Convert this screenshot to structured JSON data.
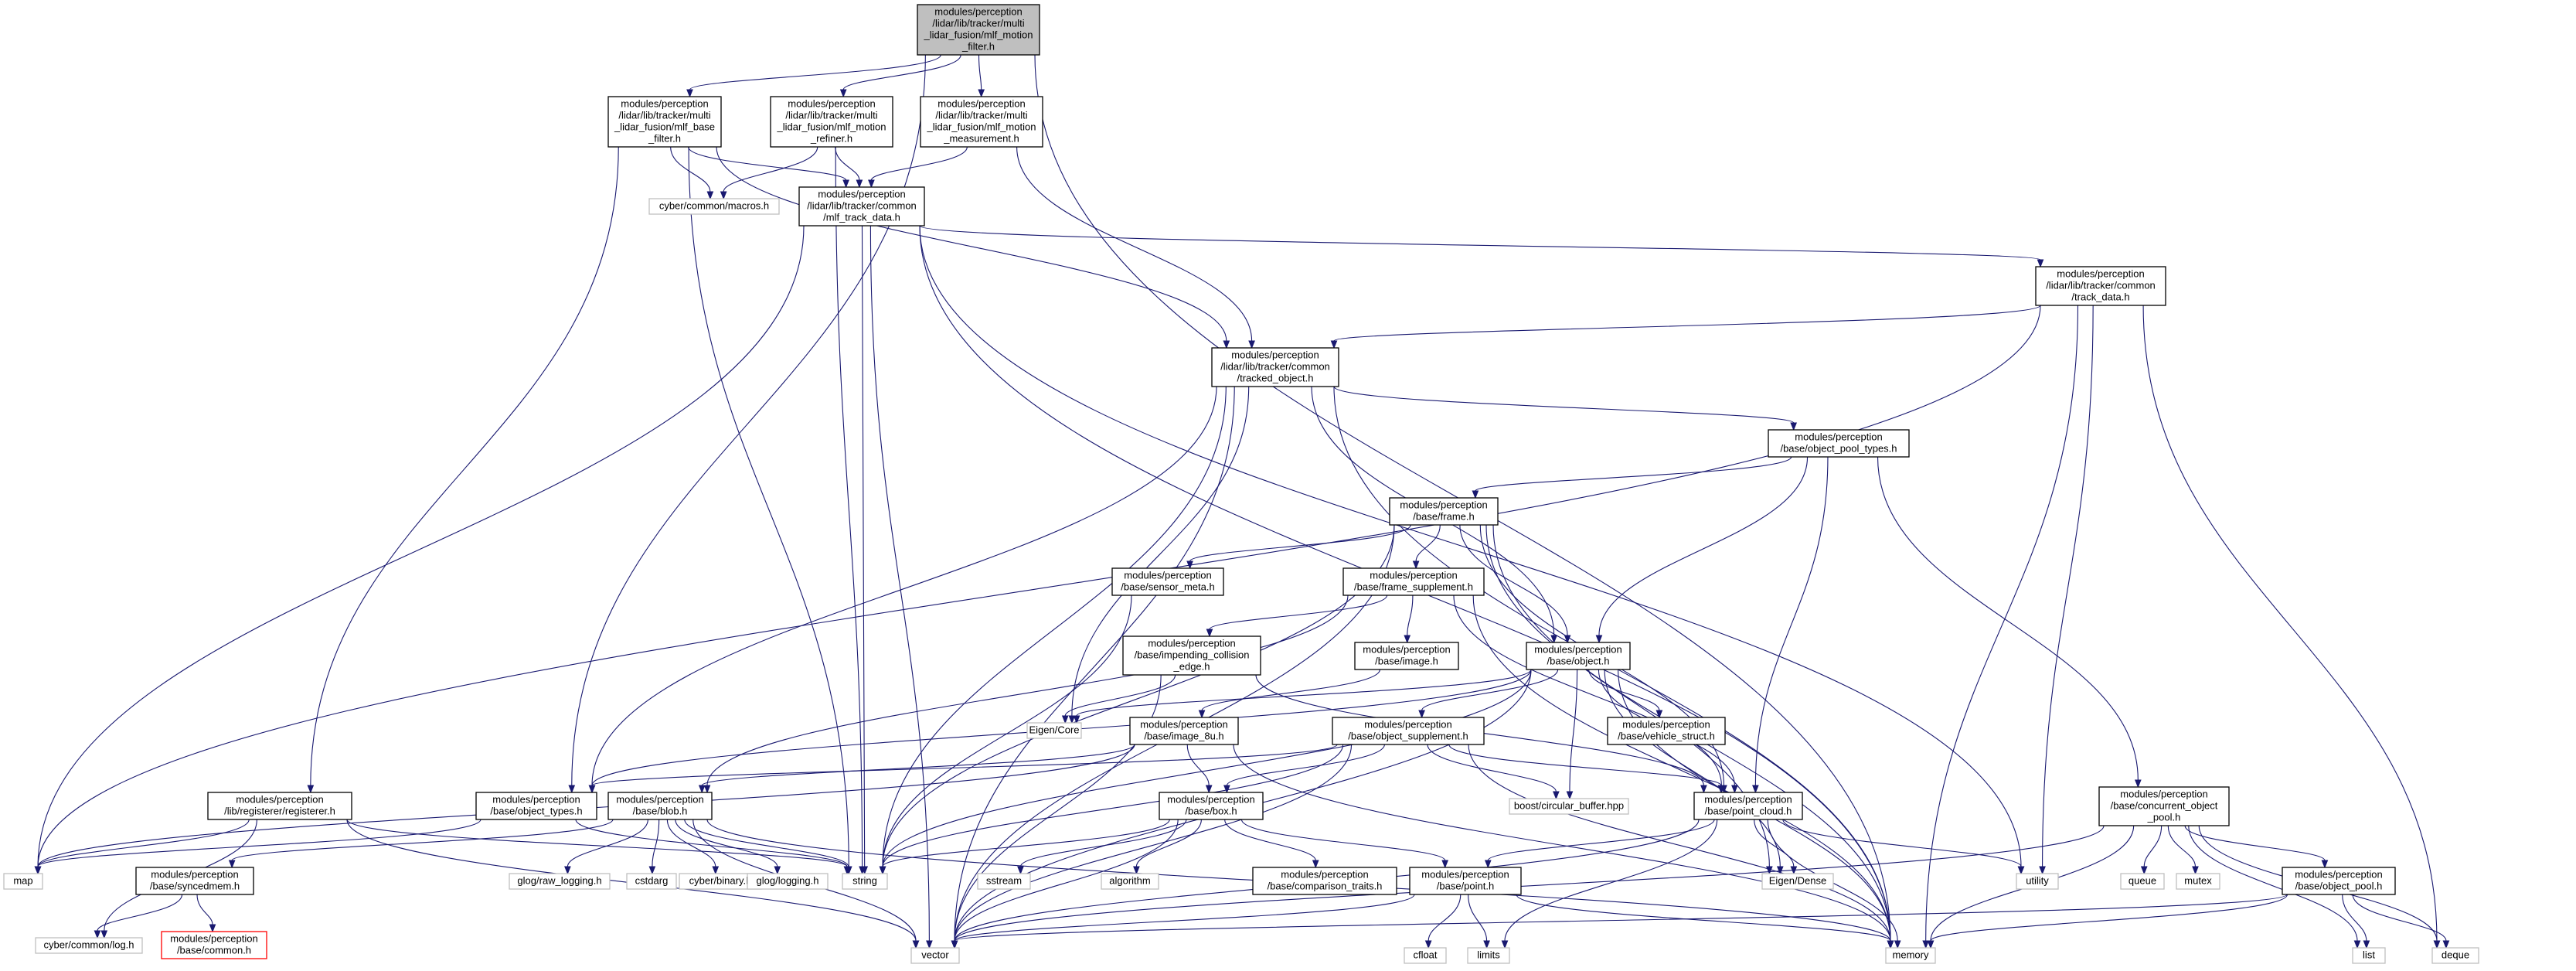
{
  "colors": {
    "edge": "#191970",
    "root_fill": "#bfbfbf",
    "node_border": "#000000",
    "system_border": "#bfbfbf",
    "truncated_border": "#ff0000",
    "background": "#ffffff"
  },
  "nodes": [
    {
      "id": "mlf_motion_filter",
      "lines": [
        "modules/perception",
        "/lidar/lib/tracker/multi",
        "_lidar_fusion/mlf_motion",
        "_filter.h"
      ],
      "style": "root"
    },
    {
      "id": "mlf_base_filter",
      "lines": [
        "modules/perception",
        "/lidar/lib/tracker/multi",
        "_lidar_fusion/mlf_base",
        "_filter.h"
      ],
      "style": "normal"
    },
    {
      "id": "mlf_motion_refiner",
      "lines": [
        "modules/perception",
        "/lidar/lib/tracker/multi",
        "_lidar_fusion/mlf_motion",
        "_refiner.h"
      ],
      "style": "normal"
    },
    {
      "id": "mlf_motion_measurement",
      "lines": [
        "modules/perception",
        "/lidar/lib/tracker/multi",
        "_lidar_fusion/mlf_motion",
        "_measurement.h"
      ],
      "style": "normal"
    },
    {
      "id": "cyber_macros",
      "lines": [
        "cyber/common/macros.h"
      ],
      "style": "system"
    },
    {
      "id": "mlf_track_data",
      "lines": [
        "modules/perception",
        "/lidar/lib/tracker/common",
        "/mlf_track_data.h"
      ],
      "style": "normal"
    },
    {
      "id": "track_data",
      "lines": [
        "modules/perception",
        "/lidar/lib/tracker/common",
        "/track_data.h"
      ],
      "style": "normal"
    },
    {
      "id": "tracked_object",
      "lines": [
        "modules/perception",
        "/lidar/lib/tracker/common",
        "/tracked_object.h"
      ],
      "style": "normal"
    },
    {
      "id": "object_pool_types",
      "lines": [
        "modules/perception",
        "/base/object_pool_types.h"
      ],
      "style": "normal"
    },
    {
      "id": "frame",
      "lines": [
        "modules/perception",
        "/base/frame.h"
      ],
      "style": "normal"
    },
    {
      "id": "sensor_meta",
      "lines": [
        "modules/perception",
        "/base/sensor_meta.h"
      ],
      "style": "normal"
    },
    {
      "id": "frame_supplement",
      "lines": [
        "modules/perception",
        "/base/frame_supplement.h"
      ],
      "style": "normal"
    },
    {
      "id": "impending_collision_edge",
      "lines": [
        "modules/perception",
        "/base/impending_collision",
        "_edge.h"
      ],
      "style": "normal"
    },
    {
      "id": "image",
      "lines": [
        "modules/perception",
        "/base/image.h"
      ],
      "style": "normal"
    },
    {
      "id": "object",
      "lines": [
        "modules/perception",
        "/base/object.h"
      ],
      "style": "normal"
    },
    {
      "id": "eigen_core",
      "lines": [
        "Eigen/Core"
      ],
      "style": "system"
    },
    {
      "id": "image_8u",
      "lines": [
        "modules/perception",
        "/base/image_8u.h"
      ],
      "style": "normal"
    },
    {
      "id": "object_supplement",
      "lines": [
        "modules/perception",
        "/base/object_supplement.h"
      ],
      "style": "normal"
    },
    {
      "id": "vehicle_struct",
      "lines": [
        "modules/perception",
        "/base/vehicle_struct.h"
      ],
      "style": "normal"
    },
    {
      "id": "registerer",
      "lines": [
        "modules/perception",
        "/lib/registerer/registerer.h"
      ],
      "style": "normal"
    },
    {
      "id": "object_types",
      "lines": [
        "modules/perception",
        "/base/object_types.h"
      ],
      "style": "normal"
    },
    {
      "id": "blob",
      "lines": [
        "modules/perception",
        "/base/blob.h"
      ],
      "style": "normal"
    },
    {
      "id": "box",
      "lines": [
        "modules/perception",
        "/base/box.h"
      ],
      "style": "normal"
    },
    {
      "id": "circular_buffer",
      "lines": [
        "boost/circular_buffer.hpp"
      ],
      "style": "system"
    },
    {
      "id": "point_cloud",
      "lines": [
        "modules/perception",
        "/base/point_cloud.h"
      ],
      "style": "normal"
    },
    {
      "id": "concurrent_object_pool",
      "lines": [
        "modules/perception",
        "/base/concurrent_object",
        "_pool.h"
      ],
      "style": "normal"
    },
    {
      "id": "map",
      "lines": [
        "map"
      ],
      "style": "system"
    },
    {
      "id": "syncedmem",
      "lines": [
        "modules/perception",
        "/base/syncedmem.h"
      ],
      "style": "normal"
    },
    {
      "id": "glog_raw_logging",
      "lines": [
        "glog/raw_logging.h"
      ],
      "style": "system"
    },
    {
      "id": "cstdarg",
      "lines": [
        "cstdarg"
      ],
      "style": "system"
    },
    {
      "id": "cyber_binary",
      "lines": [
        "cyber/binary.h"
      ],
      "style": "system"
    },
    {
      "id": "glog_logging",
      "lines": [
        "glog/logging.h"
      ],
      "style": "system"
    },
    {
      "id": "string",
      "lines": [
        "string"
      ],
      "style": "system"
    },
    {
      "id": "sstream",
      "lines": [
        "sstream"
      ],
      "style": "system"
    },
    {
      "id": "algorithm",
      "lines": [
        "algorithm"
      ],
      "style": "system"
    },
    {
      "id": "comparison_traits",
      "lines": [
        "modules/perception",
        "/base/comparison_traits.h"
      ],
      "style": "normal"
    },
    {
      "id": "point",
      "lines": [
        "modules/perception",
        "/base/point.h"
      ],
      "style": "normal"
    },
    {
      "id": "eigen_dense",
      "lines": [
        "Eigen/Dense"
      ],
      "style": "system"
    },
    {
      "id": "utility",
      "lines": [
        "utility"
      ],
      "style": "system"
    },
    {
      "id": "queue",
      "lines": [
        "queue"
      ],
      "style": "system"
    },
    {
      "id": "mutex",
      "lines": [
        "mutex"
      ],
      "style": "system"
    },
    {
      "id": "object_pool",
      "lines": [
        "modules/perception",
        "/base/object_pool.h"
      ],
      "style": "normal"
    },
    {
      "id": "cyber_log",
      "lines": [
        "cyber/common/log.h"
      ],
      "style": "system"
    },
    {
      "id": "base_common",
      "lines": [
        "modules/perception",
        "/base/common.h"
      ],
      "style": "truncated"
    },
    {
      "id": "vector",
      "lines": [
        "vector"
      ],
      "style": "system"
    },
    {
      "id": "cfloat",
      "lines": [
        "cfloat"
      ],
      "style": "system"
    },
    {
      "id": "limits",
      "lines": [
        "limits"
      ],
      "style": "system"
    },
    {
      "id": "memory",
      "lines": [
        "memory"
      ],
      "style": "system"
    },
    {
      "id": "list",
      "lines": [
        "list"
      ],
      "style": "system"
    },
    {
      "id": "deque",
      "lines": [
        "deque"
      ],
      "style": "system"
    }
  ],
  "edges": [
    [
      "mlf_motion_filter",
      "mlf_base_filter"
    ],
    [
      "mlf_motion_filter",
      "mlf_motion_refiner"
    ],
    [
      "mlf_motion_filter",
      "mlf_motion_measurement"
    ],
    [
      "mlf_motion_filter",
      "object_types"
    ],
    [
      "mlf_motion_filter",
      "memory"
    ],
    [
      "mlf_base_filter",
      "cyber_macros"
    ],
    [
      "mlf_base_filter",
      "mlf_track_data"
    ],
    [
      "mlf_base_filter",
      "tracked_object"
    ],
    [
      "mlf_base_filter",
      "registerer"
    ],
    [
      "mlf_base_filter",
      "string"
    ],
    [
      "mlf_motion_refiner",
      "cyber_macros"
    ],
    [
      "mlf_motion_refiner",
      "mlf_track_data"
    ],
    [
      "mlf_motion_refiner",
      "string"
    ],
    [
      "mlf_motion_measurement",
      "mlf_track_data"
    ],
    [
      "mlf_motion_measurement",
      "tracked_object"
    ],
    [
      "mlf_track_data",
      "track_data"
    ],
    [
      "mlf_track_data",
      "map"
    ],
    [
      "mlf_track_data",
      "string"
    ],
    [
      "mlf_track_data",
      "vector"
    ],
    [
      "mlf_track_data",
      "utility"
    ],
    [
      "mlf_track_data",
      "memory"
    ],
    [
      "track_data",
      "tracked_object"
    ],
    [
      "track_data",
      "map"
    ],
    [
      "track_data",
      "utility"
    ],
    [
      "track_data",
      "memory"
    ],
    [
      "track_data",
      "deque"
    ],
    [
      "tracked_object",
      "object_pool_types"
    ],
    [
      "tracked_object",
      "object"
    ],
    [
      "tracked_object",
      "object_types"
    ],
    [
      "tracked_object",
      "eigen_core"
    ],
    [
      "tracked_object",
      "string"
    ],
    [
      "tracked_object",
      "vector"
    ],
    [
      "tracked_object",
      "memory"
    ],
    [
      "object_pool_types",
      "frame"
    ],
    [
      "object_pool_types",
      "object"
    ],
    [
      "object_pool_types",
      "point_cloud"
    ],
    [
      "object_pool_types",
      "concurrent_object_pool"
    ],
    [
      "frame",
      "sensor_meta"
    ],
    [
      "frame",
      "frame_supplement"
    ],
    [
      "frame",
      "object"
    ],
    [
      "frame",
      "point_cloud"
    ],
    [
      "frame",
      "eigen_dense"
    ],
    [
      "frame",
      "string"
    ],
    [
      "frame",
      "vector"
    ],
    [
      "frame",
      "memory"
    ],
    [
      "sensor_meta",
      "string"
    ],
    [
      "frame_supplement",
      "impending_collision_edge"
    ],
    [
      "frame_supplement",
      "image"
    ],
    [
      "frame_supplement",
      "blob"
    ],
    [
      "frame_supplement",
      "point_cloud"
    ],
    [
      "frame_supplement",
      "memory"
    ],
    [
      "impending_collision_edge",
      "eigen_core"
    ],
    [
      "impending_collision_edge",
      "point_cloud"
    ],
    [
      "impending_collision_edge",
      "vector"
    ],
    [
      "image",
      "image_8u"
    ],
    [
      "image_8u",
      "blob"
    ],
    [
      "image_8u",
      "box"
    ],
    [
      "image_8u",
      "map"
    ],
    [
      "image_8u",
      "memory"
    ],
    [
      "object",
      "eigen_core"
    ],
    [
      "object",
      "object_supplement"
    ],
    [
      "object",
      "vehicle_struct"
    ],
    [
      "object",
      "object_types"
    ],
    [
      "object",
      "point_cloud"
    ],
    [
      "object",
      "circular_buffer"
    ],
    [
      "object",
      "eigen_dense"
    ],
    [
      "object",
      "string"
    ],
    [
      "object",
      "vector"
    ],
    [
      "object",
      "memory"
    ],
    [
      "object_supplement",
      "box"
    ],
    [
      "object_supplement",
      "object_types"
    ],
    [
      "object_supplement",
      "point_cloud"
    ],
    [
      "object_supplement",
      "circular_buffer"
    ],
    [
      "object_supplement",
      "string"
    ],
    [
      "object_supplement",
      "vector"
    ],
    [
      "object_supplement",
      "memory"
    ],
    [
      "registerer",
      "map"
    ],
    [
      "registerer",
      "string"
    ],
    [
      "registerer",
      "vector"
    ],
    [
      "registerer",
      "cyber_log"
    ],
    [
      "object_types",
      "map"
    ],
    [
      "object_types",
      "string"
    ],
    [
      "blob",
      "syncedmem"
    ],
    [
      "blob",
      "glog_raw_logging"
    ],
    [
      "blob",
      "cstdarg"
    ],
    [
      "blob",
      "cyber_binary"
    ],
    [
      "blob",
      "glog_logging"
    ],
    [
      "blob",
      "string"
    ],
    [
      "blob",
      "vector"
    ],
    [
      "blob",
      "memory"
    ],
    [
      "syncedmem",
      "cyber_log"
    ],
    [
      "syncedmem",
      "base_common"
    ],
    [
      "box",
      "comparison_traits"
    ],
    [
      "box",
      "point"
    ],
    [
      "box",
      "sstream"
    ],
    [
      "box",
      "algorithm"
    ],
    [
      "box",
      "string"
    ],
    [
      "box",
      "vector"
    ],
    [
      "point_cloud",
      "point"
    ],
    [
      "point_cloud",
      "eigen_dense"
    ],
    [
      "point_cloud",
      "utility"
    ],
    [
      "point_cloud",
      "limits"
    ],
    [
      "point_cloud",
      "vector"
    ],
    [
      "point_cloud",
      "memory"
    ],
    [
      "point",
      "cfloat"
    ],
    [
      "point",
      "limits"
    ],
    [
      "point",
      "vector"
    ],
    [
      "point",
      "memory"
    ],
    [
      "concurrent_object_pool",
      "object_pool"
    ],
    [
      "concurrent_object_pool",
      "queue"
    ],
    [
      "concurrent_object_pool",
      "mutex"
    ],
    [
      "concurrent_object_pool",
      "list"
    ],
    [
      "concurrent_object_pool",
      "deque"
    ],
    [
      "concurrent_object_pool",
      "vector"
    ],
    [
      "concurrent_object_pool",
      "memory"
    ],
    [
      "object_pool",
      "list"
    ],
    [
      "object_pool",
      "deque"
    ],
    [
      "object_pool",
      "vector"
    ],
    [
      "object_pool",
      "memory"
    ]
  ]
}
